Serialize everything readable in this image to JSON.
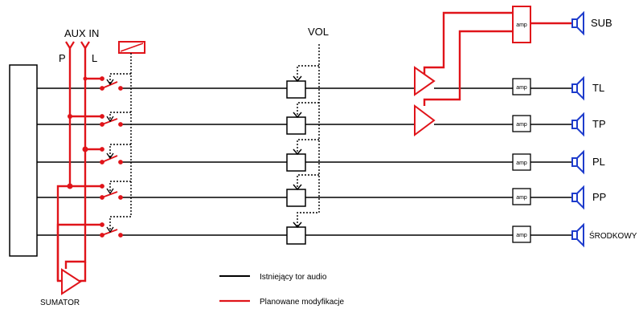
{
  "labels": {
    "aux_in": "AUX IN",
    "aux_p": "P",
    "aux_l": "L",
    "vol": "VOL",
    "sumator": "SUMATOR",
    "amp": "amp"
  },
  "outputs": [
    "SUB",
    "TL",
    "TP",
    "PL",
    "PP",
    "ŚRODKOWY"
  ],
  "legend": {
    "existing": "Istniejący tor audio",
    "planned": "Planowane modyfikacje"
  },
  "colors": {
    "existing": "#000000",
    "planned": "#e0141a",
    "speaker": "#1e3ccc"
  },
  "icons": {
    "speaker": "speaker-icon",
    "relay": "relay-icon",
    "switch": "switch-icon",
    "amp": "amp-box",
    "summing": "summing-amplifier-icon"
  }
}
